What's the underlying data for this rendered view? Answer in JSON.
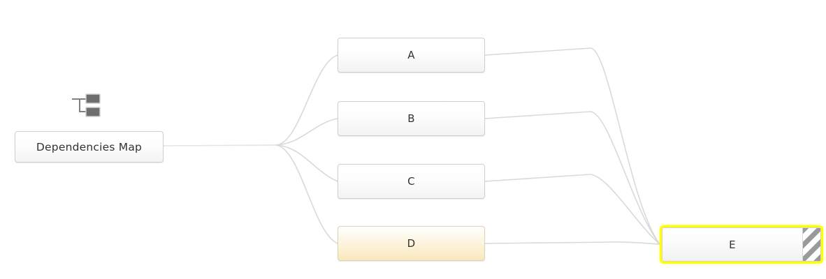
{
  "diagram": {
    "title": "Dependencies Map",
    "type": "dependency-graph",
    "background_color": "#ffffff",
    "icon": "hierarchy-icon",
    "root": {
      "id": "root",
      "label": "Dependencies Map",
      "state": "normal"
    },
    "nodes": [
      {
        "id": "a",
        "label": "A",
        "state": "normal"
      },
      {
        "id": "b",
        "label": "B",
        "state": "normal"
      },
      {
        "id": "c",
        "label": "C",
        "state": "normal"
      },
      {
        "id": "d",
        "label": "D",
        "state": "highlighted"
      },
      {
        "id": "e",
        "label": "E",
        "state": "selected"
      }
    ],
    "edges": [
      {
        "from": "root",
        "to": "a"
      },
      {
        "from": "root",
        "to": "b"
      },
      {
        "from": "root",
        "to": "c"
      },
      {
        "from": "root",
        "to": "d"
      },
      {
        "from": "a",
        "to": "e"
      },
      {
        "from": "b",
        "to": "e"
      },
      {
        "from": "c",
        "to": "e"
      },
      {
        "from": "d",
        "to": "e"
      }
    ],
    "colors": {
      "node_border": "#cfcfcf",
      "node_fill_top": "#ffffff",
      "node_fill_bottom": "#f3f3f3",
      "node_text": "#333333",
      "highlight_fill": "#fae8bd",
      "highlight_border": "#ddd2b4",
      "selection_border": "#ffff00",
      "edge_line": "#d7d7d7",
      "stripe_badge": "#9a9a9a",
      "icon_fill": "#6e6e6e"
    }
  }
}
